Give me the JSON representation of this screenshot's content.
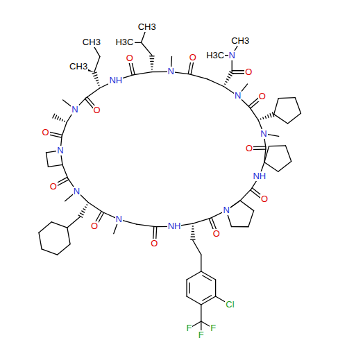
{
  "diagram": {
    "labels": [
      "CH3",
      "CH3",
      "CH3",
      "H3C",
      "N",
      "H3C",
      "O",
      "O",
      "CH3",
      "O",
      "N",
      "NH",
      "N",
      "O",
      "O",
      "N",
      "N",
      "O",
      "O",
      "N",
      "NH",
      "O",
      "N",
      "O",
      "N",
      "NH",
      "O",
      "O",
      "N",
      "O",
      "Cl",
      "F",
      "F",
      "F"
    ]
  }
}
